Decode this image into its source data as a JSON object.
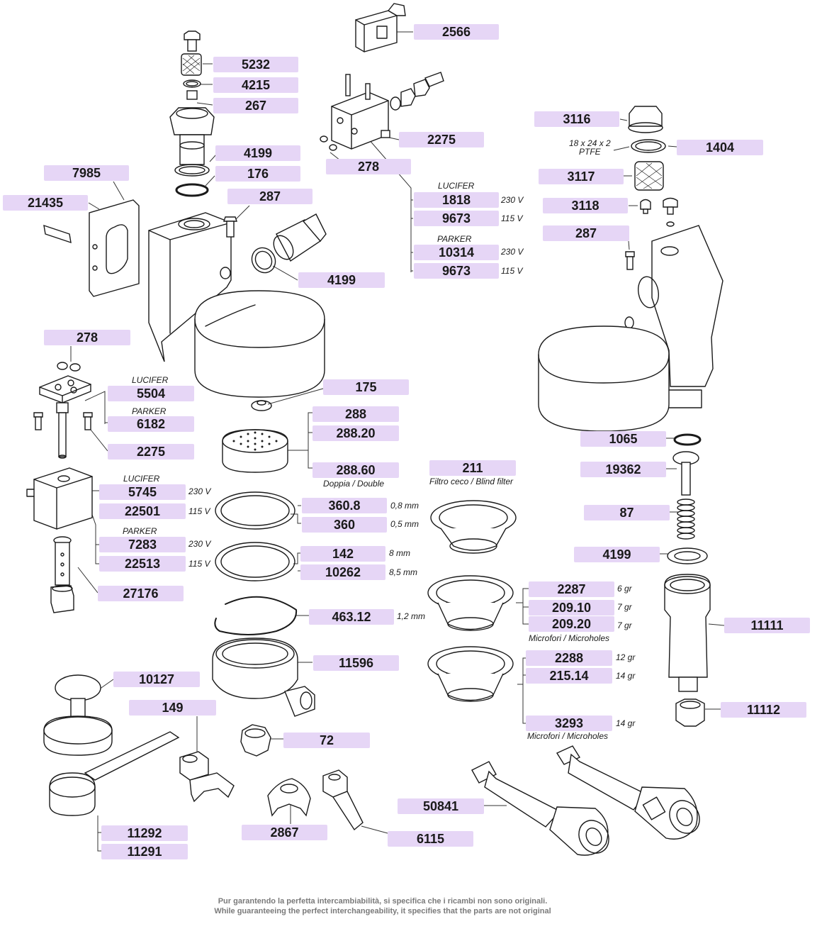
{
  "labels": {
    "p2566": "2566",
    "p5232": "5232",
    "p4215": "4215",
    "p267": "267",
    "p2275a": "2275",
    "p4199a": "4199",
    "p176": "176",
    "p278a": "278",
    "p7985": "7985",
    "p21435": "21435",
    "p287a": "287",
    "p1818": "1818",
    "p9673a": "9673",
    "p10314": "10314",
    "p9673b": "9673",
    "p4199b": "4199",
    "p3116": "3116",
    "p1404": "1404",
    "p3117": "3117",
    "p3118": "3118",
    "p287b": "287",
    "p278b": "278",
    "p5504": "5504",
    "p6182": "6182",
    "p2275b": "2275",
    "p175": "175",
    "p288": "288",
    "p28820": "288.20",
    "p28860": "288.60",
    "p211": "211",
    "p5745": "5745",
    "p22501": "22501",
    "p7283": "7283",
    "p22513": "22513",
    "p27176": "27176",
    "p3608": "360.8",
    "p360": "360",
    "p142": "142",
    "p10262": "10262",
    "p46312": "463.12",
    "p11596": "11596",
    "p1065": "1065",
    "p19362": "19362",
    "p87": "87",
    "p4199c": "4199",
    "p2287": "2287",
    "p20910": "209.10",
    "p20920": "209.20",
    "p11111": "11111",
    "p2288": "2288",
    "p21514": "215.14",
    "p3293": "3293",
    "p11112": "11112",
    "p10127": "10127",
    "p149": "149",
    "p72": "72",
    "p50841": "50841",
    "p2867": "2867",
    "p6115": "6115",
    "p11292": "11292",
    "p11291": "11291"
  },
  "notes": {
    "lucifer1": "LUCIFER",
    "v230a": "230 V",
    "v115a": "115 V",
    "parker1": "PARKER",
    "v230b": "230 V",
    "v115b": "115 V",
    "ptfe_size": "18 x 24 x 2",
    "ptfe": "PTFE",
    "lucifer2": "LUCIFER",
    "parker2": "PARKER",
    "doppia": "Doppia / Double",
    "filtro_ceco": "Filtro ceco / Blind filter",
    "lucifer3": "LUCIFER",
    "v230c": "230 V",
    "v115c": "115 V",
    "parker3": "PARKER",
    "v230d": "230 V",
    "v115d": "115 V",
    "mm08": "0,8 mm",
    "mm05": "0,5 mm",
    "mm8": "8 mm",
    "mm85": "8,5 mm",
    "mm12": "1,2 mm",
    "gr6": "6 gr",
    "gr7a": "7 gr",
    "gr7b": "7 gr",
    "microfori1": "Microfori / Microholes",
    "gr12": "12 gr",
    "gr14a": "14 gr",
    "gr14b": "14 gr",
    "microfori2": "Microfori / Microholes"
  },
  "footer": {
    "line_it": "Pur garantendo la perfetta intercambiabilità, si specifica che i ricambi non sono originali.",
    "line_en": "While guaranteeing the perfect interchangeability, it specifies that the parts are not original"
  }
}
